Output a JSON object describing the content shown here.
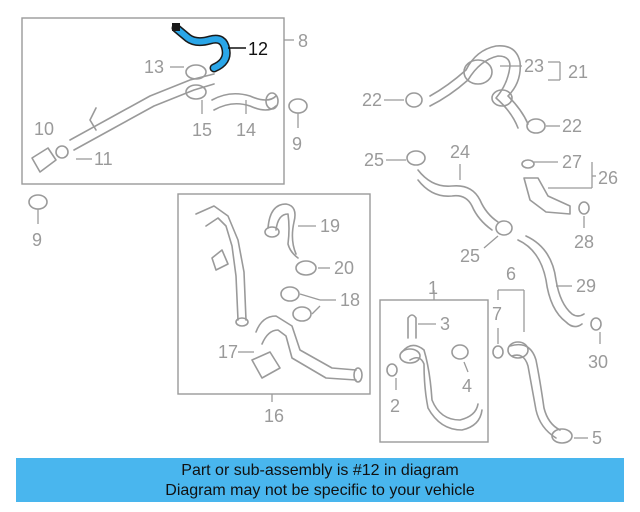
{
  "diagram": {
    "highlight_color": "#2aa6e8",
    "callouts": {
      "c1": "1",
      "c2": "2",
      "c3": "3",
      "c4": "4",
      "c5": "5",
      "c6": "6",
      "c7": "7",
      "c8": "8",
      "c9a": "9",
      "c9b": "9",
      "c10": "10",
      "c11": "11",
      "c12": "12",
      "c13": "13",
      "c14": "14",
      "c15": "15",
      "c16": "16",
      "c17": "17",
      "c18": "18",
      "c19": "19",
      "c20": "20",
      "c21": "21",
      "c22a": "22",
      "c22b": "22",
      "c23": "23",
      "c24": "24",
      "c25a": "25",
      "c25b": "25",
      "c26": "26",
      "c27": "27",
      "c28": "28",
      "c29": "29",
      "c30": "30"
    }
  },
  "banner": {
    "color": "#49b6ee",
    "line1": "Part or sub-assembly is #12 in diagram",
    "line2": "Diagram may not be specific to your vehicle"
  }
}
